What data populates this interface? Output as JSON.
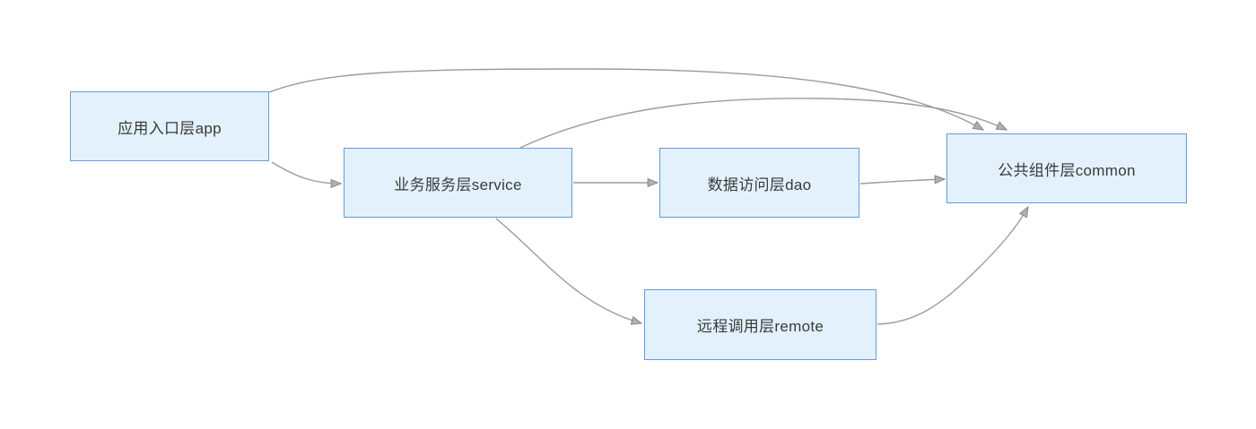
{
  "diagram": {
    "kind": "module-dependency-diagram",
    "background_color": "#FFFFFF",
    "colors": {
      "node_fill": "#E3F1FC",
      "node_border": "#659BD7",
      "edge": "#9B9B9B",
      "arrowhead_fill": "#B0B0B0",
      "arrowhead_stroke": "#8A8A8A",
      "text": "#3A3A3A"
    },
    "nodes": [
      {
        "id": "app",
        "label": "应用入口层app"
      },
      {
        "id": "service",
        "label": "业务服务层service"
      },
      {
        "id": "dao",
        "label": "数据访问层dao"
      },
      {
        "id": "common",
        "label": "公共组件层common"
      },
      {
        "id": "remote",
        "label": "远程调用层remote"
      }
    ],
    "edges": [
      {
        "from": "app",
        "to": "common"
      },
      {
        "from": "service",
        "to": "common"
      },
      {
        "from": "app",
        "to": "service"
      },
      {
        "from": "service",
        "to": "dao"
      },
      {
        "from": "dao",
        "to": "common"
      },
      {
        "from": "service",
        "to": "remote"
      },
      {
        "from": "remote",
        "to": "common"
      }
    ]
  }
}
